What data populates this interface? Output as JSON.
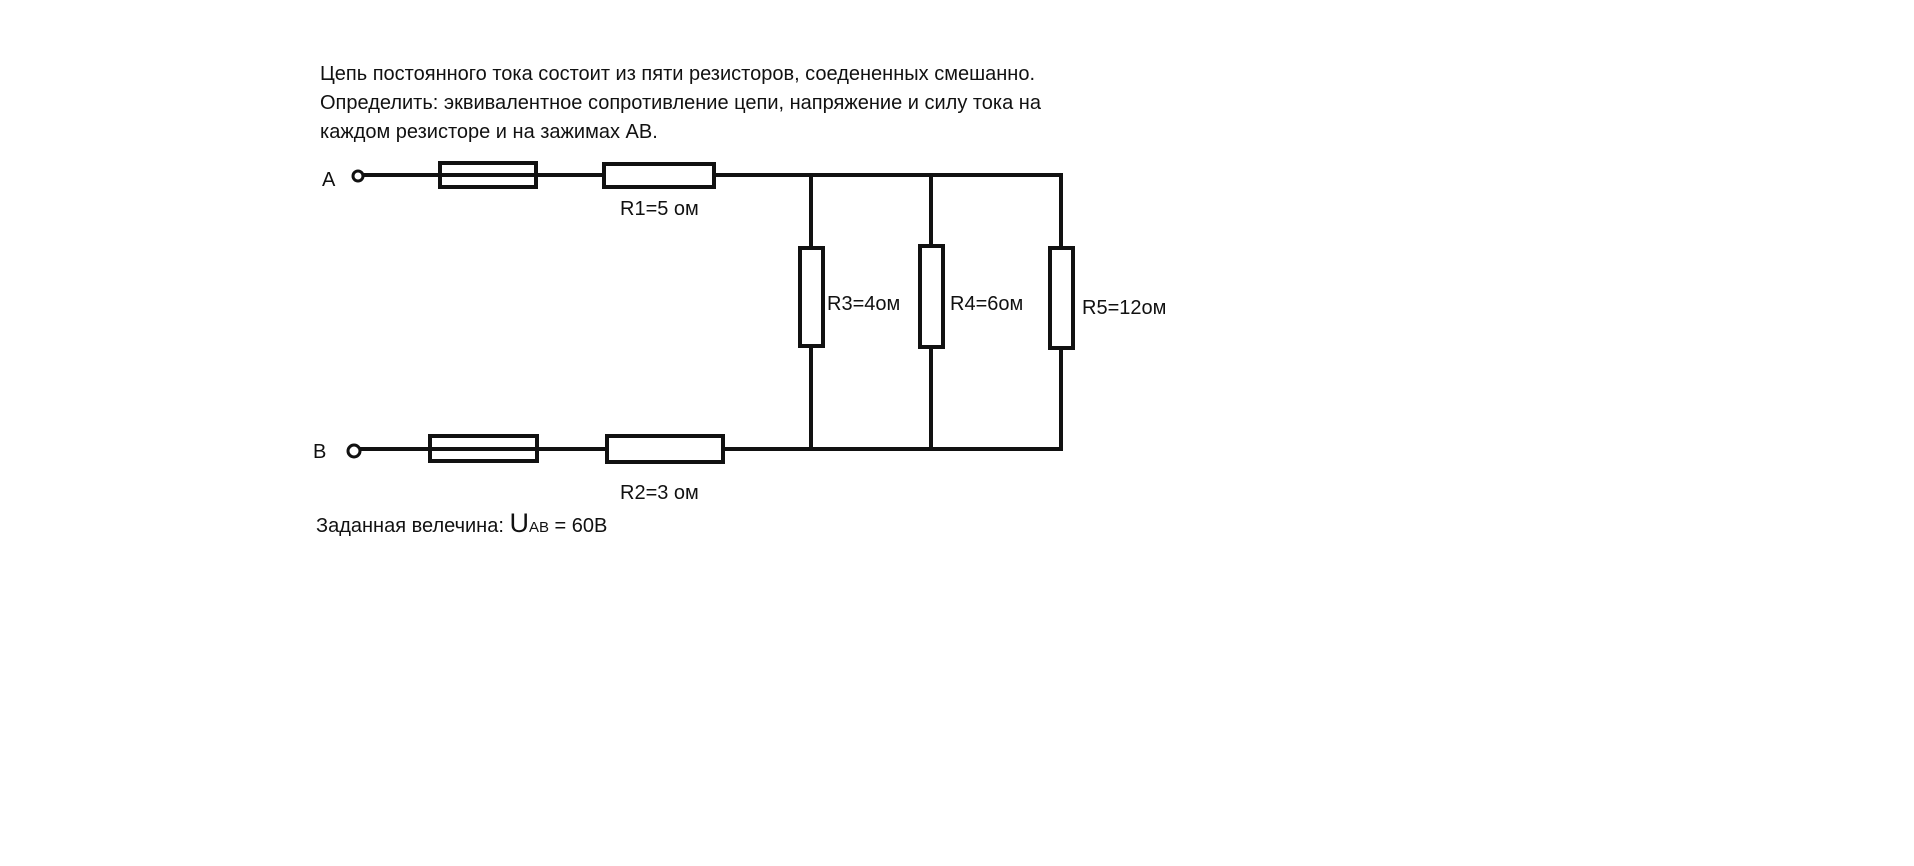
{
  "problem": {
    "lines": [
      "Цепь постоянного тока состоит из пяти резисторов, соедененных смешанно.",
      "Определить: эквивалентное сопротивление цепи, напряжение и силу тока на",
      "каждом резисторе и на зажимах AB."
    ]
  },
  "circuit": {
    "terminal_a": "A",
    "terminal_b": "B",
    "resistors": {
      "r1": "R1=5 ом",
      "r2": "R2=3 ом",
      "r3": "R3=4ом",
      "r4": "R4=6ом",
      "r5": "R5=12ом"
    }
  },
  "given": {
    "prefix": "Заданная велечина: ",
    "symbol": "U",
    "subscript": "AB",
    "value": " = 60B"
  }
}
